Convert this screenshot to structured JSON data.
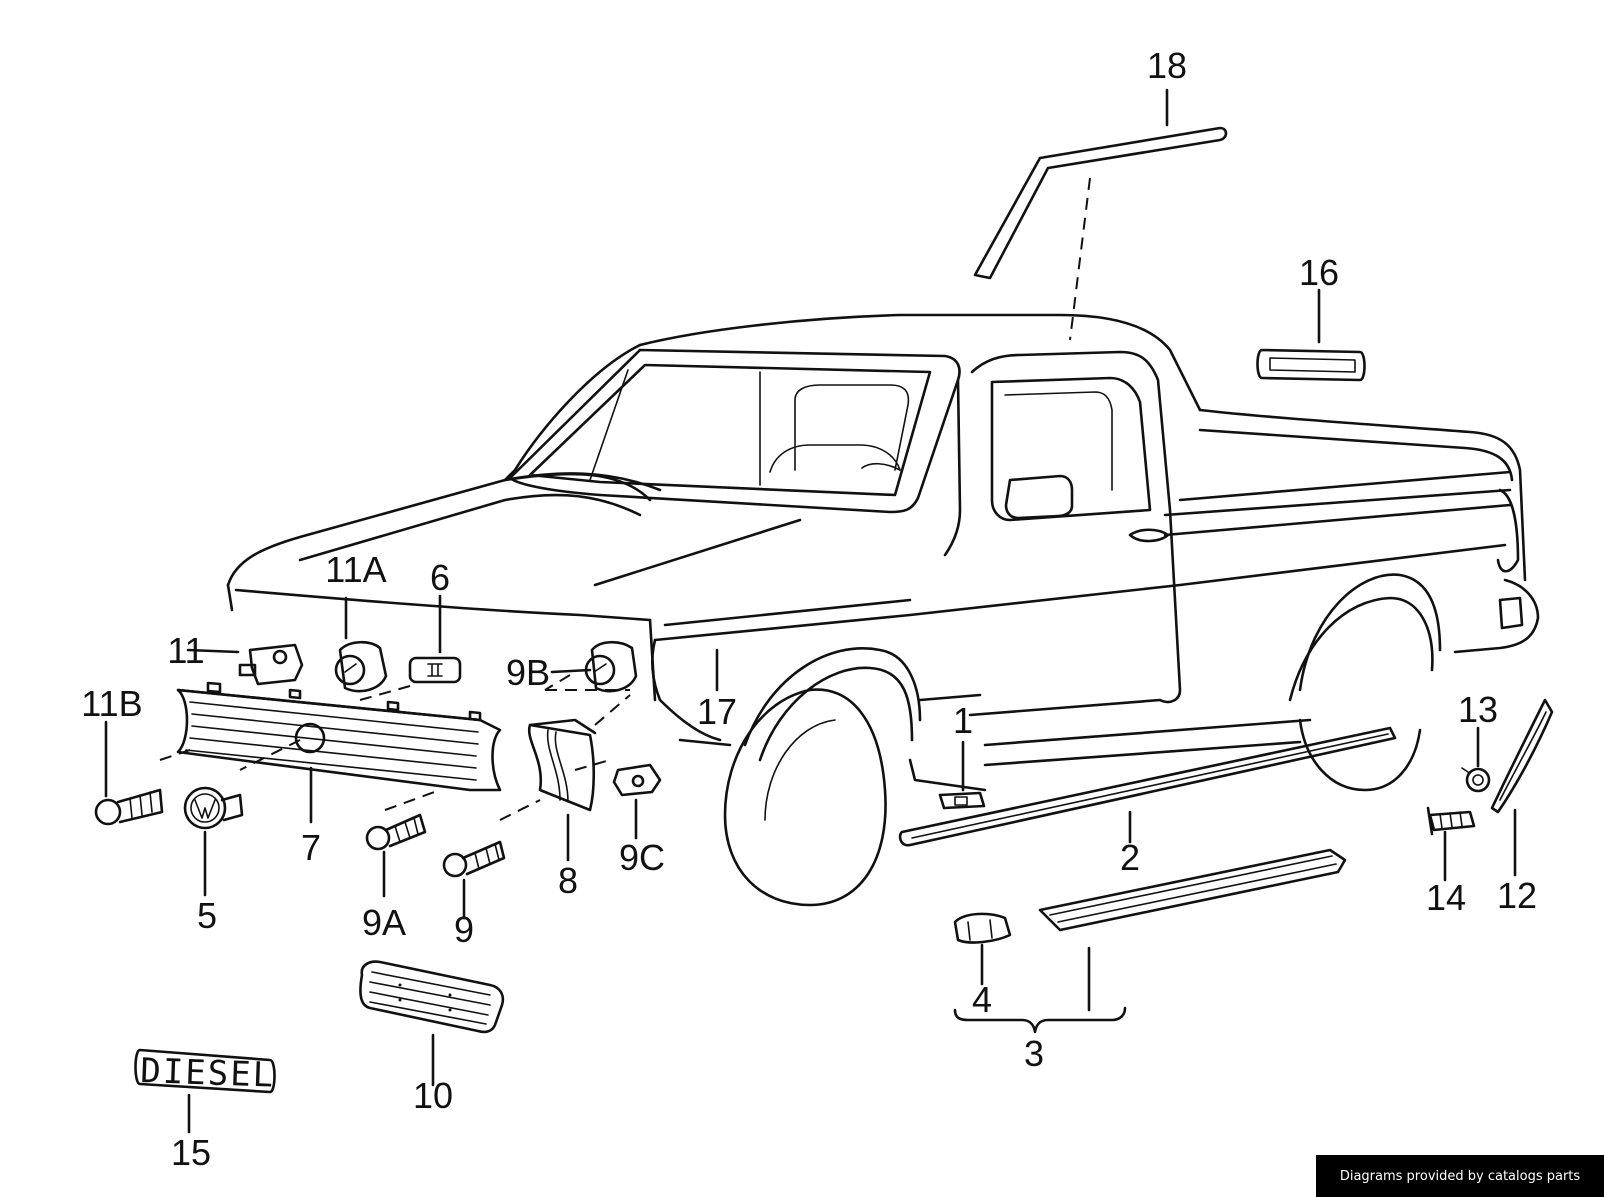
{
  "credit": "Diagrams provided by catalogs parts",
  "badge_text": "DIESEL",
  "callouts": [
    {
      "id": "1",
      "label": "1"
    },
    {
      "id": "2",
      "label": "2"
    },
    {
      "id": "3",
      "label": "3"
    },
    {
      "id": "4",
      "label": "4"
    },
    {
      "id": "5",
      "label": "5"
    },
    {
      "id": "6",
      "label": "6"
    },
    {
      "id": "7",
      "label": "7"
    },
    {
      "id": "8",
      "label": "8"
    },
    {
      "id": "9",
      "label": "9"
    },
    {
      "id": "9a",
      "label": "9A"
    },
    {
      "id": "9b",
      "label": "9B"
    },
    {
      "id": "9c",
      "label": "9C"
    },
    {
      "id": "10",
      "label": "10"
    },
    {
      "id": "11",
      "label": "11"
    },
    {
      "id": "11a",
      "label": "11A"
    },
    {
      "id": "11b",
      "label": "11B"
    },
    {
      "id": "12",
      "label": "12"
    },
    {
      "id": "13",
      "label": "13"
    },
    {
      "id": "14",
      "label": "14"
    },
    {
      "id": "15",
      "label": "15"
    },
    {
      "id": "16",
      "label": "16"
    },
    {
      "id": "17",
      "label": "17"
    },
    {
      "id": "18",
      "label": "18"
    }
  ]
}
